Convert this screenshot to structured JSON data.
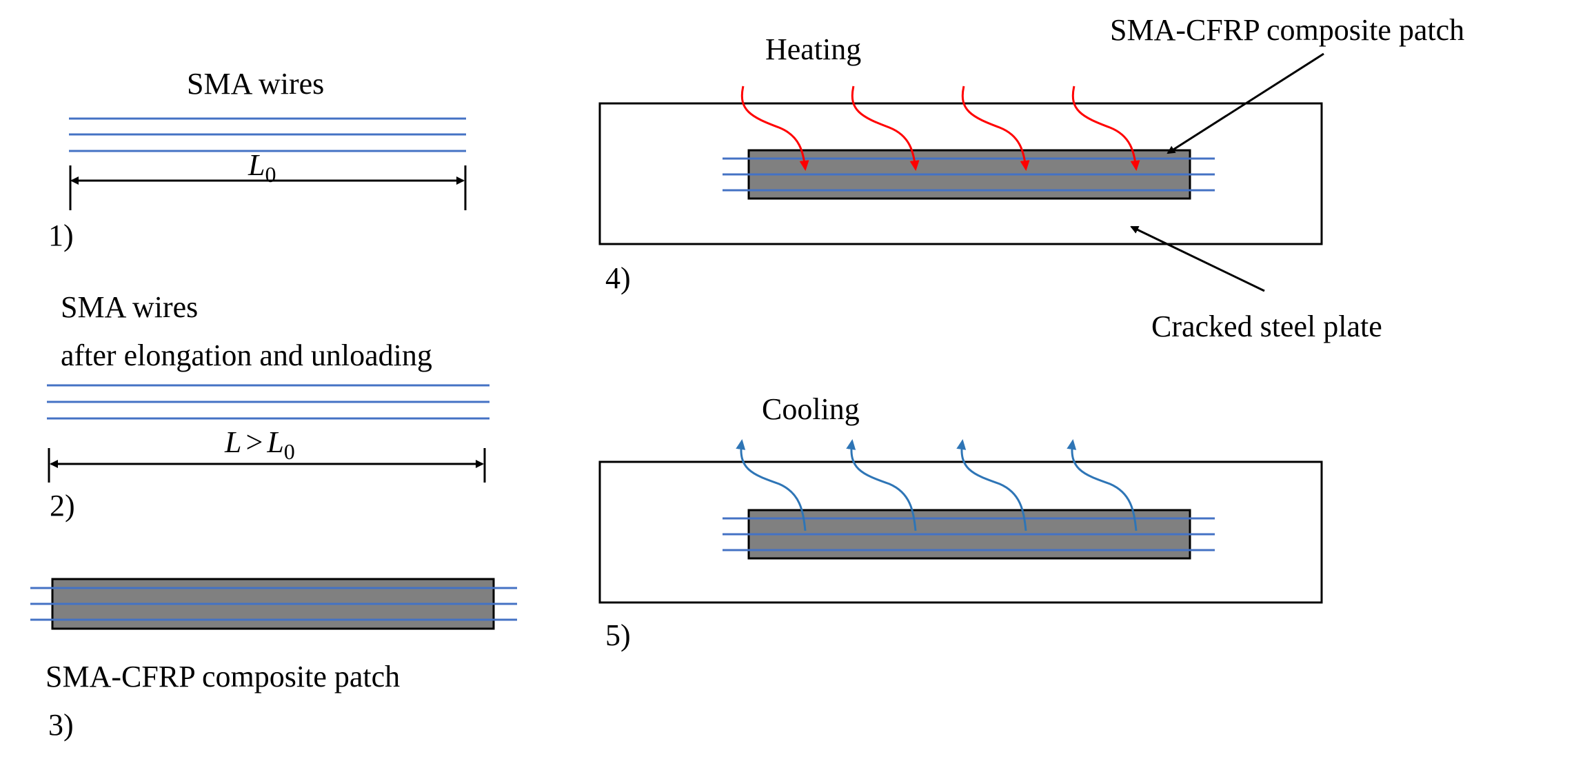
{
  "labels": {
    "sma_wires": "SMA wires",
    "sma_wires_elongated_line1": "SMA wires",
    "sma_wires_elongated_line2": "after elongation and unloading",
    "composite_patch": "SMA-CFRP composite patch",
    "composite_patch_callout": "SMA-CFRP composite patch",
    "cracked_steel_plate": "Cracked steel plate",
    "heating": "Heating",
    "cooling": "Cooling"
  },
  "steps": [
    "1)",
    "2)",
    "3)",
    "4)",
    "5)"
  ],
  "dimensions": {
    "original_length": {
      "symbol": "L",
      "subscript": "0"
    },
    "elongated_length": {
      "symbol": "L",
      "relation": ">",
      "ref_symbol": "L",
      "ref_subscript": "0"
    }
  },
  "colors": {
    "wire": "#4472c4",
    "patch_fill": "#808080",
    "outline": "#000000",
    "heating_arrow": "#ff0000",
    "cooling_arrow": "#2e75b6"
  }
}
